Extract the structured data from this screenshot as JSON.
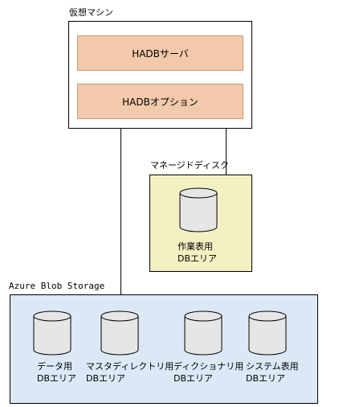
{
  "vm": {
    "label": "仮想マシン",
    "server_bar": "HADBサーバ",
    "option_bar": "HADBオプション"
  },
  "managed_disk": {
    "label": "マネージドディスク",
    "area": {
      "line1": "作業表用",
      "line2": "DBエリア"
    }
  },
  "azure": {
    "label": "Azure Blob Storage",
    "areas": [
      {
        "line1": "データ用",
        "line2": "DBエリア"
      },
      {
        "line1": "マスタディレクトリ用",
        "line2": "DBエリア"
      },
      {
        "line1": "ディクショナリ用",
        "line2": "DBエリア"
      },
      {
        "line1": "システム表用",
        "line2": "DBエリア"
      }
    ]
  },
  "colors": {
    "bar_fill": "#f3c9ab",
    "managed_disk_fill": "#f3f1c2",
    "azure_fill": "#dbe9f7",
    "cylinder_fill": "#e6e6e6"
  },
  "icons": {
    "db_area": "cylinder-icon"
  }
}
